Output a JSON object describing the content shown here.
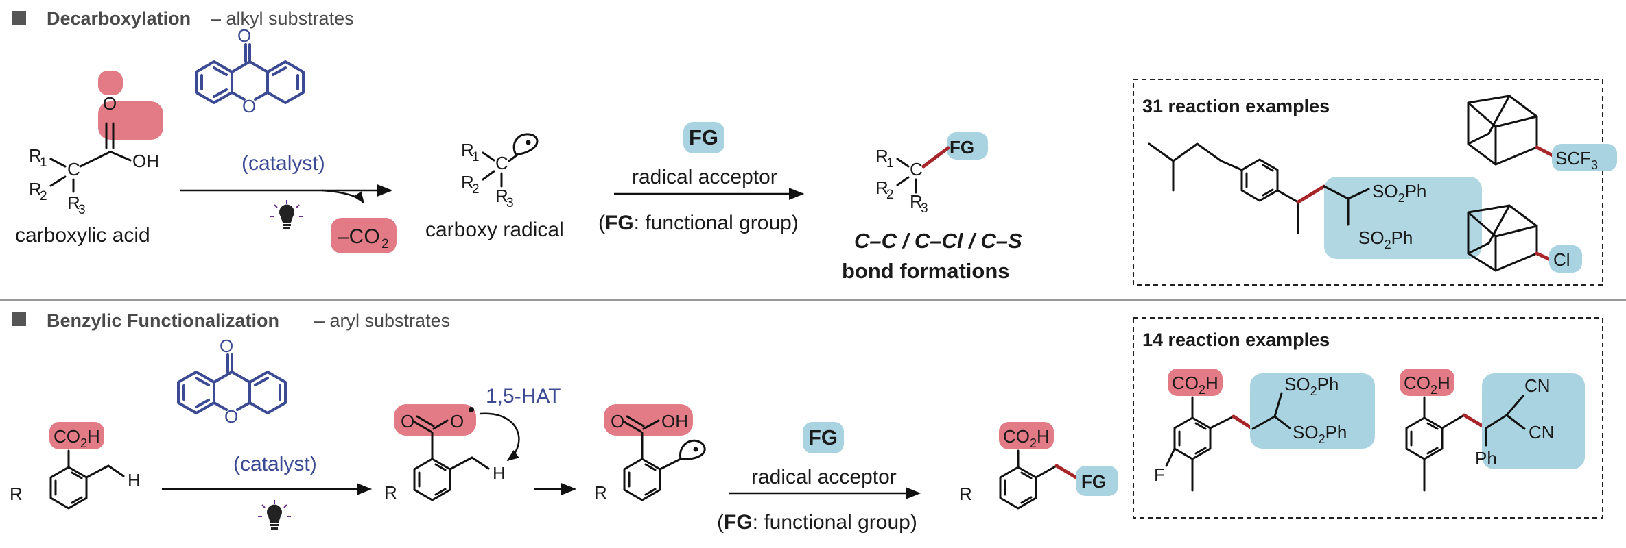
{
  "top": {
    "title_bold": "Decarboxylation",
    "title_rest": " – alkyl substrates",
    "carboxylic_acid_label": "carboxylic acid",
    "catalyst_label": "(catalyst)",
    "co2_label": "–CO",
    "co2_sub": "2",
    "carboxy_radical_label": "carboxy radical",
    "fg_badge": "FG",
    "acceptor_label": "radical acceptor",
    "fg_note_bold": "FG",
    "fg_note_rest": ": functional group)",
    "fg_note_open": "(",
    "bond_types": "C–C / C–Cl / C–S",
    "bond_formations": "bond formations",
    "examples_title": "31 reaction examples",
    "sub_so2ph": "SO",
    "sub_scf3": "SCF",
    "sub_cl": "Cl",
    "atoms": {
      "r1": "R",
      "r2": "R",
      "r3": "R",
      "c": "C",
      "o": "O",
      "oh": "OH"
    }
  },
  "bottom": {
    "title_bold": "Benzylic Functionalization",
    "title_rest": " – aryl substrates",
    "catalyst_label": "(catalyst)",
    "hat_label": "1,5-HAT",
    "fg_badge": "FG",
    "acceptor_label": "radical acceptor",
    "fg_note_open": "(",
    "fg_note_bold": "FG",
    "fg_note_rest": ": functional group)",
    "examples_title": "14 reaction examples",
    "co2h": "CO",
    "sub_so2ph": "SO",
    "sub_cn": "CN",
    "sub_ph": "Ph",
    "sub_f": "F",
    "atoms": {
      "r": "R",
      "h": "H",
      "o": "O",
      "oh": "OH"
    }
  },
  "colors": {
    "accent_blue": "#3b4a93",
    "highlight_pink": "#e27b86",
    "highlight_blue": "#a9d3e0",
    "new_bond_red": "#a8262a"
  }
}
